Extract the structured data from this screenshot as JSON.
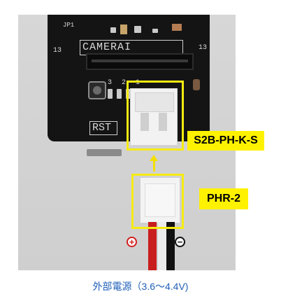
{
  "board": {
    "top_marks": [
      "13",
      "JP1",
      "13"
    ],
    "silk_camera": "CAMERAI",
    "silk_side_13": "13",
    "silk_pins": "3 2 1",
    "silk_rst": "RST"
  },
  "labels": {
    "connector_on_board": "S2B-PH-K-S",
    "cable_connector": "PHR-2"
  },
  "polarity": {
    "plus": "+",
    "minus": "−"
  },
  "caption": "外部電源（3.6～4.4V)",
  "colors": {
    "highlight": "#f6eb12",
    "label_bg": "#fff200",
    "caption": "#1f5fb8",
    "wire_red": "#c81e1e",
    "wire_black": "#111111"
  }
}
